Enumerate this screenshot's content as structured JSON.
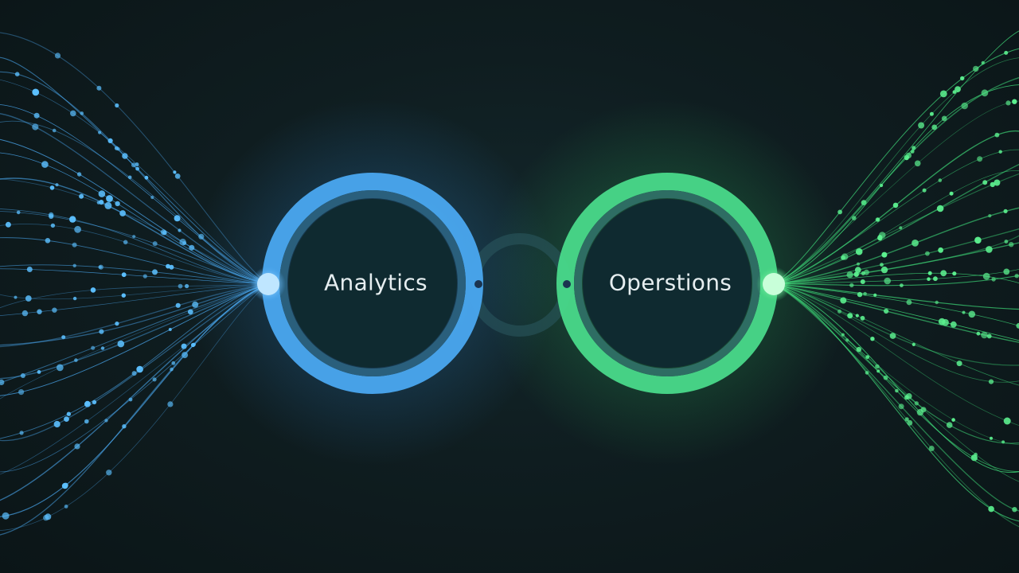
{
  "nodes": {
    "left": {
      "label": "Analytics",
      "color": "#4aa8f0",
      "icon": "analytics-ring"
    },
    "right": {
      "label": "Operstions",
      "color": "#3fdc7a",
      "icon": "operations-ring"
    }
  },
  "colors": {
    "background": "#0e1a1c",
    "blue": "#4aa8f0",
    "blue_glow": "#2f86d6",
    "green": "#3fdc7a",
    "green_glow": "#2fbf60",
    "ring_inner": "#0f2a30",
    "link": "#2b5a60"
  }
}
